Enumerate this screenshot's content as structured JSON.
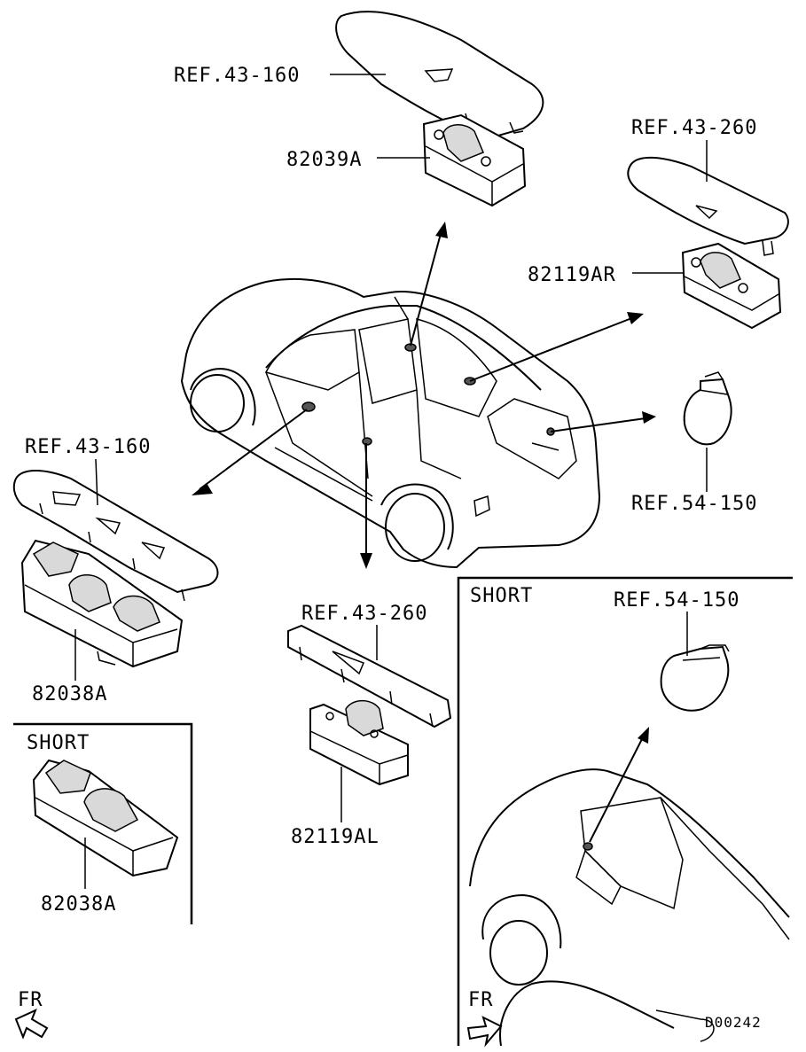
{
  "labels": {
    "ref_43_160_top": "REF.43-160",
    "part_82039A": "82039A",
    "ref_43_260_right": "REF.43-260",
    "part_82119AR": "82119AR",
    "ref_54_150_right": "REF.54-150",
    "ref_43_160_left": "REF.43-160",
    "part_82038A": "82038A",
    "ref_43_260_center": "REF.43-260",
    "part_82119AL": "82119AL",
    "short_left_title": "SHORT",
    "part_82038A_short": "82038A",
    "short_right_title": "SHORT",
    "ref_54_150_short": "REF.54-150",
    "fr_left": "FR",
    "fr_right": "FR",
    "diagram_code": "D00242"
  }
}
